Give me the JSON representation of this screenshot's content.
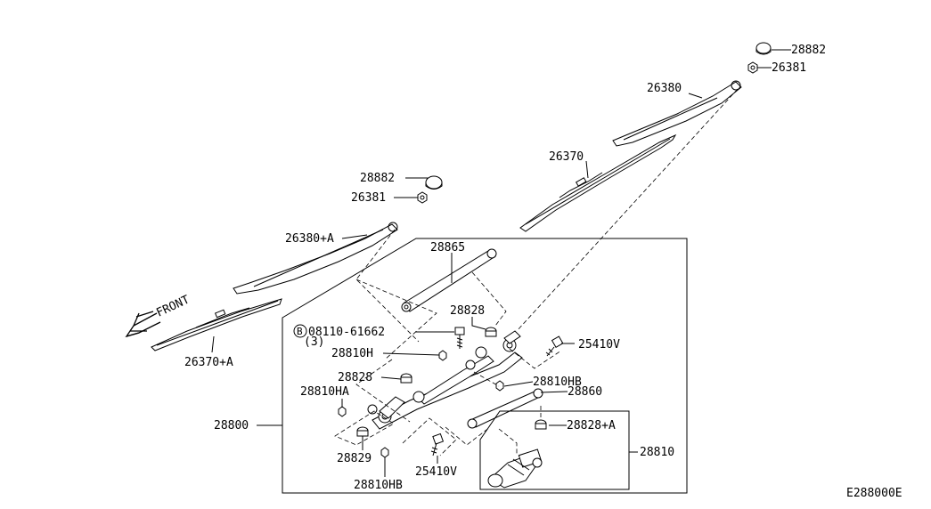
{
  "diagram_code": "E288000E",
  "front_label": "FRONT",
  "bolt_symbol": "B",
  "labels": {
    "l28882_right": "28882",
    "l26381_right": "26381",
    "l26380": "26380",
    "l26370": "26370",
    "l28882_left": "28882",
    "l26381_left": "26381",
    "l26380A": "26380+A",
    "l26370A": "26370+A",
    "l28865": "28865",
    "l28828_top": "28828",
    "l08110": "08110-61662",
    "l08110_qty": "(3)",
    "l25410_right": "25410V",
    "l28810H": "28810H",
    "l28828_mid": "28828",
    "l28810HB_right": "28810HB",
    "l28860": "28860",
    "l28810HA": "28810HA",
    "l28800": "28800",
    "l28828A": "28828+A",
    "l28810": "28810",
    "l28829": "28829",
    "l25410_bottom": "25410V",
    "l28810HB_bottom": "28810HB"
  }
}
